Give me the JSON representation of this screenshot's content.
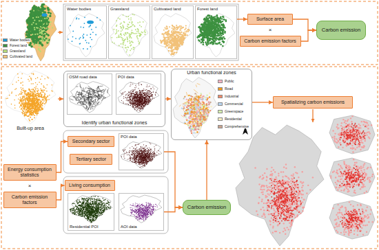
{
  "diagram": {
    "nodes": [
      {
        "text": [
          "Water bodies"
        ]
      },
      {
        "text": [
          "Grassland"
        ]
      },
      {
        "text": [
          "Cultivated land"
        ]
      },
      {
        "text": [
          "Forest land"
        ]
      },
      {
        "text": [
          "Surface area"
        ]
      },
      {
        "text": [
          "Carbon emission factors"
        ]
      },
      {
        "text": [
          "Carbon emission"
        ]
      },
      {
        "text": [
          "Built-up area"
        ]
      },
      {
        "text": [
          "Identify urban functional zones"
        ]
      },
      {
        "text": [
          "OSM road data"
        ],
        "in": 8
      },
      {
        "text": [
          "POI data"
        ],
        "in": 8
      },
      {
        "text": [
          "Urban functional zones"
        ]
      },
      {
        "text": [
          "Spatializing carbon emissions"
        ]
      },
      {
        "text": [
          "Energy consumption statistics"
        ]
      },
      {
        "text": [
          "Carbon emission factors"
        ]
      },
      {
        "text": [
          "Secondary sector"
        ]
      },
      {
        "text": [
          "Tertiary sector"
        ]
      },
      {
        "text": [
          "POI data"
        ]
      },
      {
        "text": [
          "Living consumption"
        ]
      },
      {
        "text": [
          "Residential POI"
        ]
      },
      {
        "text": [
          "AOI data"
        ]
      },
      {
        "text": [
          "Carbon emission"
        ]
      }
    ],
    "edges": [
      {
        "from": 3,
        "to": 4,
        "arrow": "to"
      },
      {
        "from": 4,
        "to": 6,
        "arrow": "to"
      },
      {
        "from": 5,
        "to": 6,
        "arrow": "to"
      },
      {
        "from": 7,
        "to": 8,
        "arrow": "to"
      },
      {
        "from": 8,
        "to": 11,
        "arrow": "to"
      },
      {
        "from": 11,
        "to": 12,
        "arrow": "to"
      },
      {
        "from": 13,
        "to": 15,
        "arrow": "to"
      },
      {
        "from": 14,
        "to": 18,
        "arrow": "to"
      },
      {
        "from": 17,
        "to": 21,
        "arrow": "to"
      },
      {
        "from": 20,
        "to": 21,
        "arrow": "to"
      },
      {
        "from": 21,
        "to": 11,
        "arrow": "to"
      }
    ],
    "labels": [
      "×",
      "×"
    ],
    "legend": [
      {
        "text": "Water bodies",
        "color": "#1f9bd7"
      },
      {
        "text": "Forest land",
        "color": "#3d9140"
      },
      {
        "text": "Grassland",
        "color": "#b7dd7a"
      },
      {
        "text": "Cultivated land",
        "color": "#f2c27a"
      },
      {
        "text": "Public",
        "color": "#f5b3c3"
      },
      {
        "text": "Road",
        "color": "#f39c1f"
      },
      {
        "text": "Industrial",
        "color": "#ee8a6a"
      },
      {
        "text": "Commercial",
        "color": "#b9d5f0"
      },
      {
        "text": "Greenspace",
        "color": "#d6efb0"
      },
      {
        "text": "Residential",
        "color": "#f8efc4"
      },
      {
        "text": "Comprehensive",
        "color": "#c9a48f"
      }
    ]
  }
}
